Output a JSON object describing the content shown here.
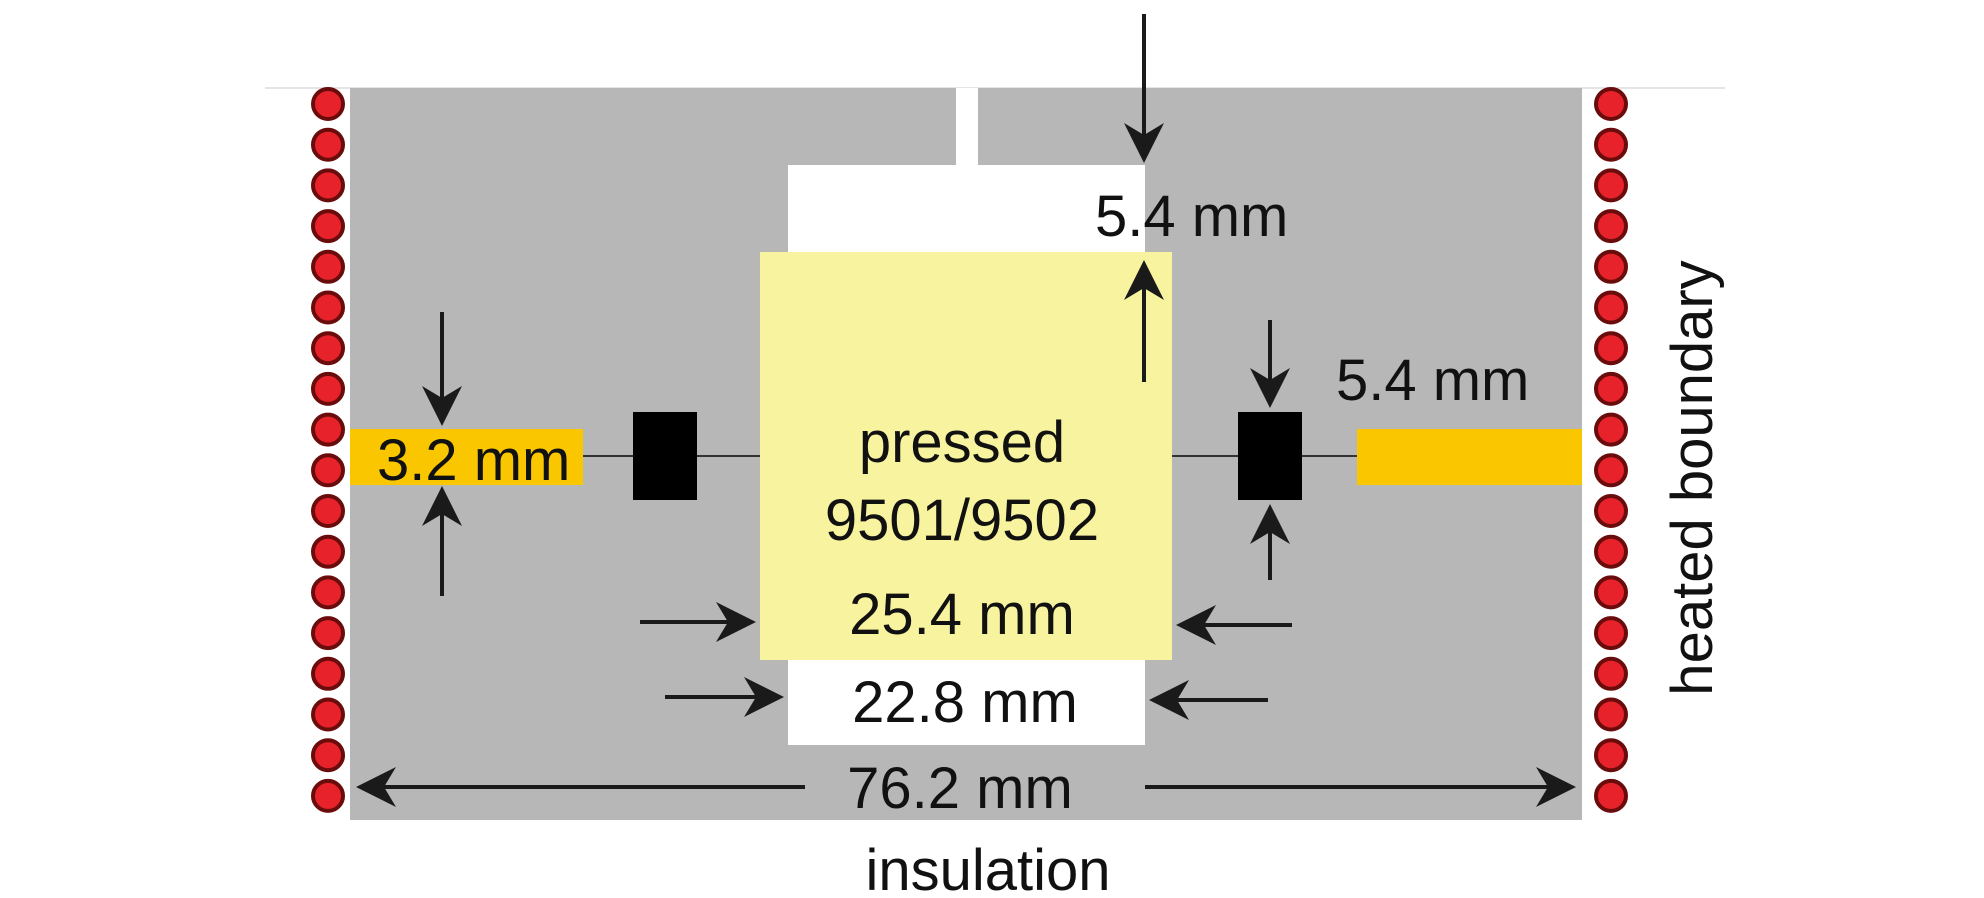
{
  "labels": {
    "top_gap": "5.4 mm",
    "right_gap": "5.4 mm",
    "left_strip": "3.2 mm",
    "material_line1": "pressed",
    "material_line2": "9501/9502",
    "inner_width": "25.4 mm",
    "cavity_width": "22.8 mm",
    "overall_width": "76.2 mm",
    "bottom_caption": "insulation",
    "side_caption": "heated boundary"
  },
  "colors": {
    "insulation": "#b7b7b7",
    "cavity": "#ffffff",
    "explosive": "#f8f39e",
    "booster_strip": "#f9c600",
    "gauge_block": "#000000",
    "heater_dot": "#e8222a",
    "heater_dot_ring": "#6b0c0c",
    "arrow": "#1a1a1a"
  },
  "icons": {
    "heater": "red-dot-icon",
    "dimension": "arrow-icon"
  }
}
